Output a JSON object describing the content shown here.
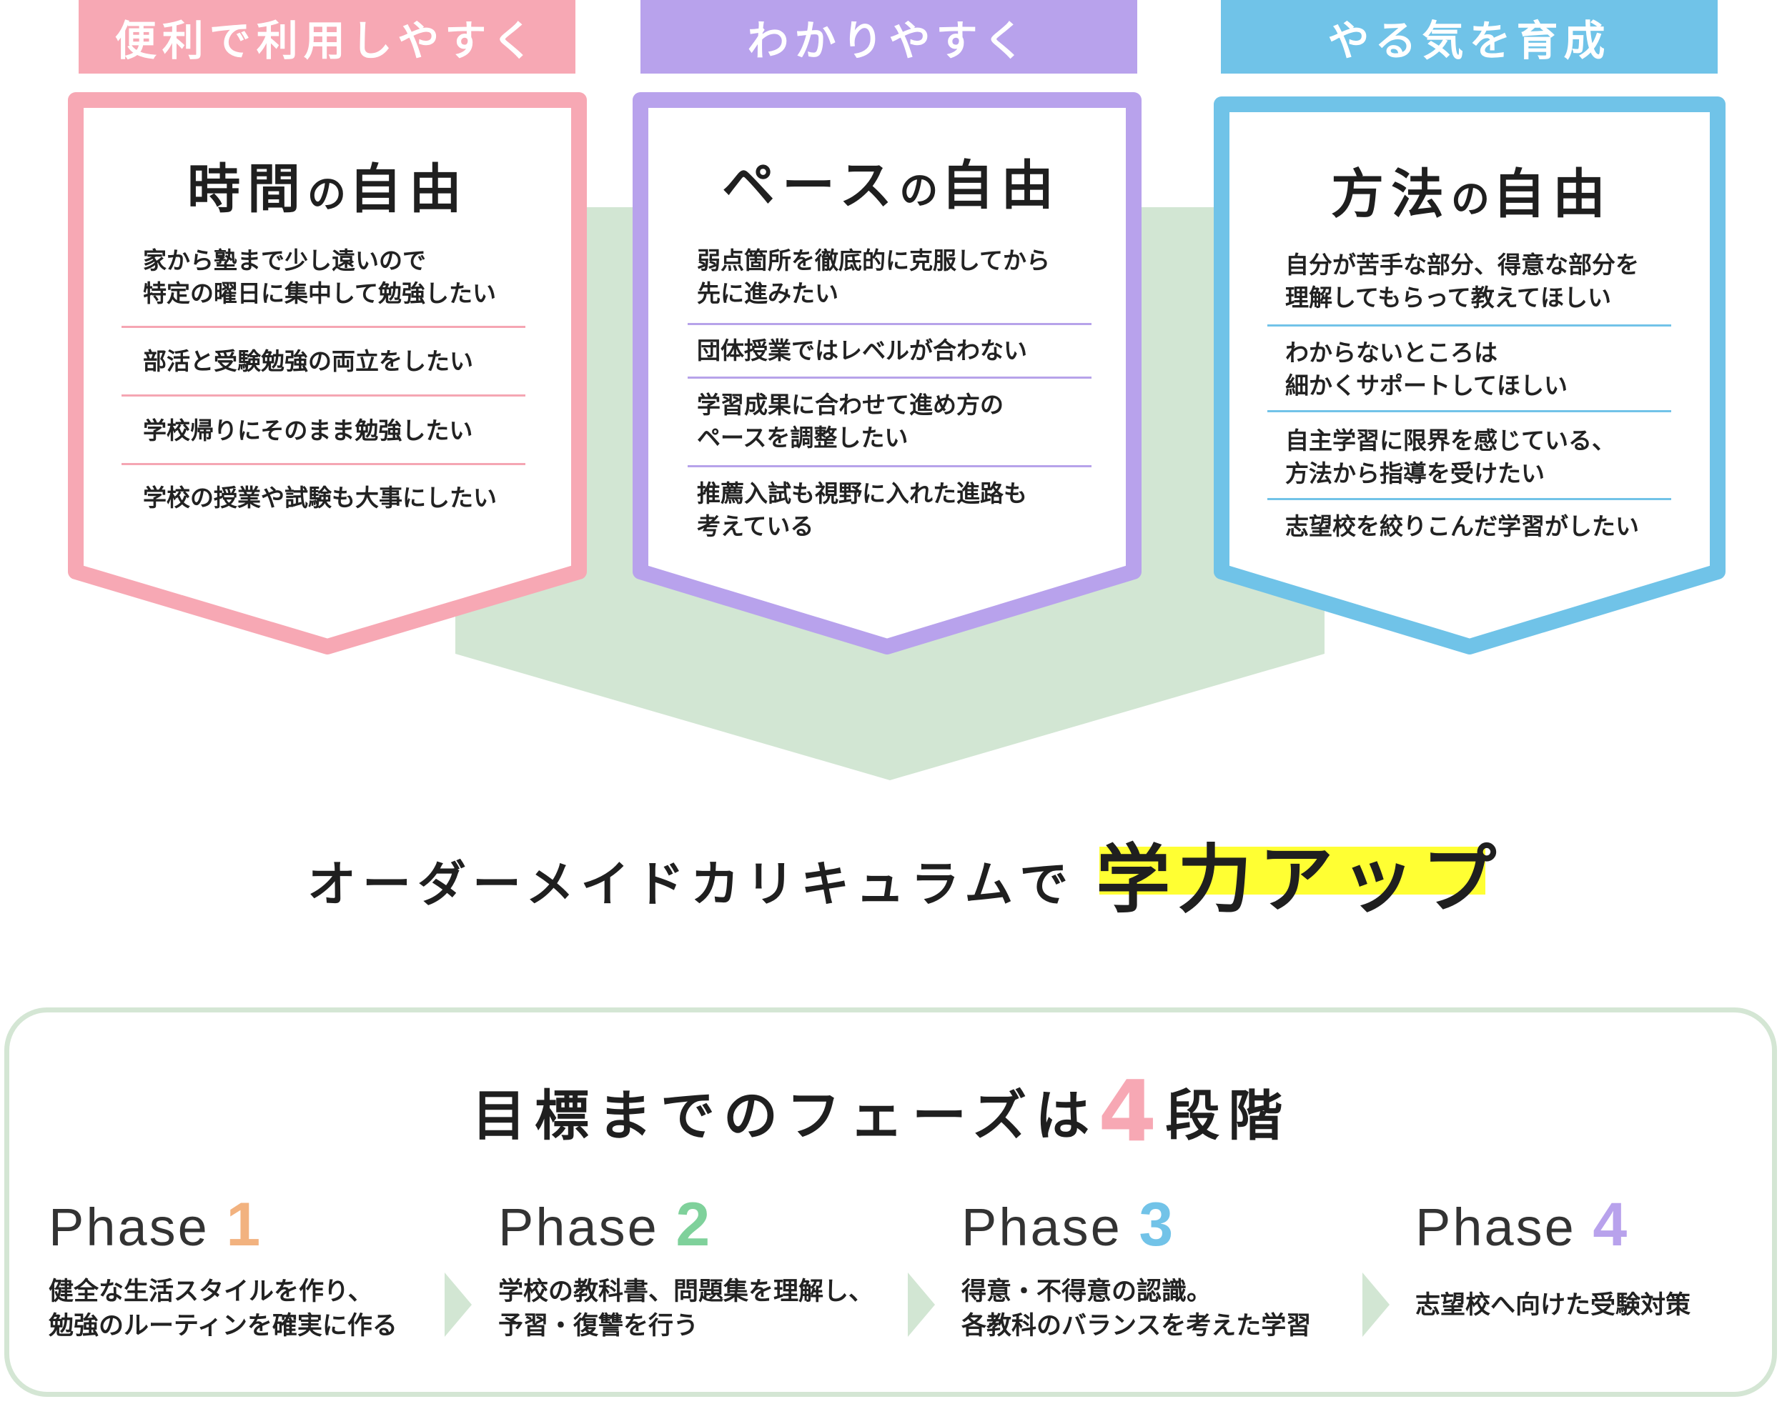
{
  "cards": [
    {
      "tab": "便利で利用しやすく",
      "title_a": "時間",
      "title_particle": "の",
      "title_b": "自由",
      "items": [
        "家から塾まで少し遠いので\n特定の曜日に集中して勉強したい",
        "部活と受験勉強の両立をしたい",
        "学校帰りにそのまま勉強したい",
        "学校の授業や試験も大事にしたい"
      ]
    },
    {
      "tab": "わかりやすく",
      "title_a": "ペース",
      "title_particle": "の",
      "title_b": "自由",
      "items": [
        "弱点箇所を徹底的に克服してから\n先に進みたい",
        "団体授業ではレベルが合わない",
        "学習成果に合わせて進め方の\nペースを調整したい",
        "推薦入試も視野に入れた進路も\n考えている"
      ]
    },
    {
      "tab": "やる気を育成",
      "title_a": "方法",
      "title_particle": "の",
      "title_b": "自由",
      "items": [
        "自分が苦手な部分、得意な部分を\n理解してもらって教えてほしい",
        "わからないところは\n細かくサポートしてほしい",
        "自主学習に限界を感じている、\n方法から指導を受けたい",
        "志望校を絞りこんだ学習がしたい"
      ]
    }
  ],
  "headline": {
    "lead": "オーダーメイドカリキュラムで",
    "strong": "学力アップ"
  },
  "phases_panel": {
    "title_lead": "目標までのフェーズは",
    "title_num": "4",
    "title_tail": "段階",
    "phases": [
      {
        "word": "Phase",
        "num": "1",
        "color": "#f2b27f",
        "desc": "健全な生活スタイルを作り、\n勉強のルーティンを確実に作る"
      },
      {
        "word": "Phase",
        "num": "2",
        "color": "#7fd19b",
        "desc": "学校の教科書、問題集を理解し、\n予習・復讐を行う"
      },
      {
        "word": "Phase",
        "num": "3",
        "color": "#72c3e8",
        "desc": "得意・不得意の認識。\n各教科のバランスを考えた学習"
      },
      {
        "word": "Phase",
        "num": "4",
        "color": "#b8a2ec",
        "desc": "志望校へ向けた受験対策"
      }
    ]
  },
  "colors": {
    "pink": "#f7a8b4",
    "purple": "#b8a2ec",
    "blue": "#70c3e8",
    "green_bg": "#d2e6d3",
    "highlight": "#ffff33"
  }
}
